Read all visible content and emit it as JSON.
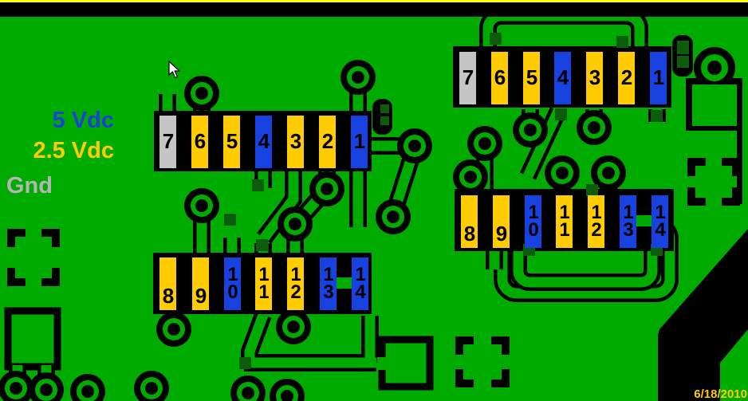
{
  "board": {
    "background_color": "#00AB00",
    "top_line_color": "#FFFF00",
    "top_bar_color": "#000000",
    "date_label": "6/18/2010",
    "date_color": "#FFCC00"
  },
  "legend": {
    "items": [
      {
        "label": "5 Vdc",
        "net": "5vdc",
        "color": "#1A43D6"
      },
      {
        "label": "2.5 Vdc",
        "net": "2.5vdc",
        "color": "#FFCC00"
      },
      {
        "label": "Gnd",
        "net": "gnd",
        "color": "#B5B5B5"
      }
    ]
  },
  "chips": [
    {
      "top_pins": [
        {
          "label": "7",
          "net": "gnd"
        },
        {
          "label": "6",
          "net": "2.5vdc"
        },
        {
          "label": "5",
          "net": "2.5vdc"
        },
        {
          "label": "4",
          "net": "5vdc"
        },
        {
          "label": "3",
          "net": "2.5vdc"
        },
        {
          "label": "2",
          "net": "2.5vdc"
        },
        {
          "label": "1",
          "net": "5vdc"
        }
      ],
      "bottom_pins": [
        {
          "label": "8",
          "net": "2.5vdc"
        },
        {
          "label": "9",
          "net": "2.5vdc"
        },
        {
          "label": "1\n0",
          "net": "5vdc"
        },
        {
          "label": "1\n1",
          "net": "2.5vdc"
        },
        {
          "label": "1\n2",
          "net": "2.5vdc"
        },
        {
          "label": "1\n3",
          "net": "5vdc"
        },
        {
          "label": "1\n4",
          "net": "5vdc"
        }
      ]
    },
    {
      "top_pins": [
        {
          "label": "7",
          "net": "gnd"
        },
        {
          "label": "6",
          "net": "2.5vdc"
        },
        {
          "label": "5",
          "net": "2.5vdc"
        },
        {
          "label": "4",
          "net": "5vdc"
        },
        {
          "label": "3",
          "net": "2.5vdc"
        },
        {
          "label": "2",
          "net": "2.5vdc"
        },
        {
          "label": "1",
          "net": "5vdc"
        }
      ],
      "bottom_pins": [
        {
          "label": "8",
          "net": "2.5vdc"
        },
        {
          "label": "9",
          "net": "2.5vdc"
        },
        {
          "label": "1\n0",
          "net": "5vdc"
        },
        {
          "label": "1\n1",
          "net": "2.5vdc"
        },
        {
          "label": "1\n2",
          "net": "2.5vdc"
        },
        {
          "label": "1\n3",
          "net": "5vdc"
        },
        {
          "label": "1\n4",
          "net": "5vdc"
        }
      ]
    }
  ]
}
